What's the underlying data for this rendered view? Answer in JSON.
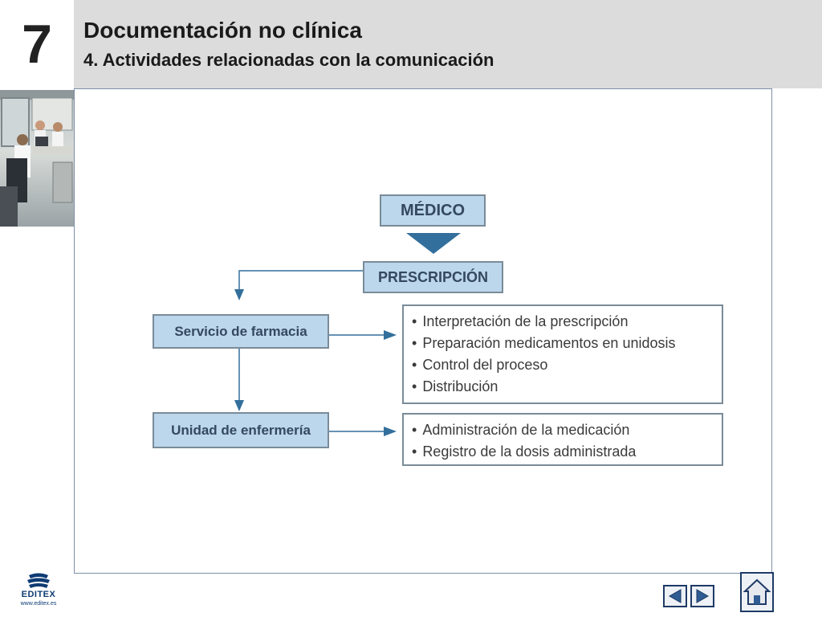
{
  "header": {
    "chapter_number": "7",
    "title": "Documentación no clínica",
    "subtitle": "4. Actividades relacionadas con la comunicación"
  },
  "diagram": {
    "doctor_label": "MÉDICO",
    "prescription_label": "PRESCRIPCIÓN",
    "pharmacy_label": "Servicio de farmacia",
    "nursing_label": "Unidad de enfermería",
    "pharmacy_tasks": [
      "Interpretación de la prescripción",
      "Preparación medicamentos en unidosis",
      "Control del proceso",
      "Distribución"
    ],
    "nursing_tasks": [
      "Administración de la medicación",
      "Registro de la dosis administrada"
    ]
  },
  "footer": {
    "logo_text": "EDITEX",
    "logo_url": "www.editex.es"
  },
  "colors": {
    "box_fill": "#bcd6ec",
    "box_text": "#34495e",
    "arrow": "#336f9c",
    "nav_border": "#1e3a66"
  },
  "icons": {
    "previous": "triangle-left-icon",
    "next": "triangle-right-icon",
    "home": "house-icon"
  }
}
